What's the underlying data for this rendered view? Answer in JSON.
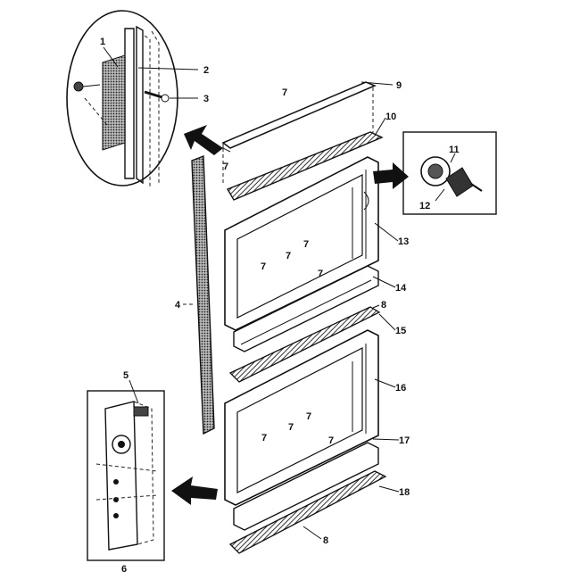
{
  "labels": {
    "l1": "1",
    "l2": "2",
    "l3": "3",
    "l4": "4",
    "l5": "5",
    "l6": "6",
    "l7a": "7",
    "l7b": "7",
    "l7c": "7",
    "l7d": "7",
    "l7e": "7",
    "l7f": "7",
    "l7g": "7",
    "l7h": "7",
    "l7i": "7",
    "l7j": "7",
    "l8a": "8",
    "l8b": "8",
    "l9": "9",
    "l10": "10",
    "l11": "11",
    "l12": "12",
    "l13": "13",
    "l14": "14",
    "l15": "15",
    "l16": "16",
    "l17": "17",
    "l18": "18"
  },
  "colors": {
    "ink": "#111111",
    "background": "#ffffff",
    "hatch": "#555555"
  }
}
